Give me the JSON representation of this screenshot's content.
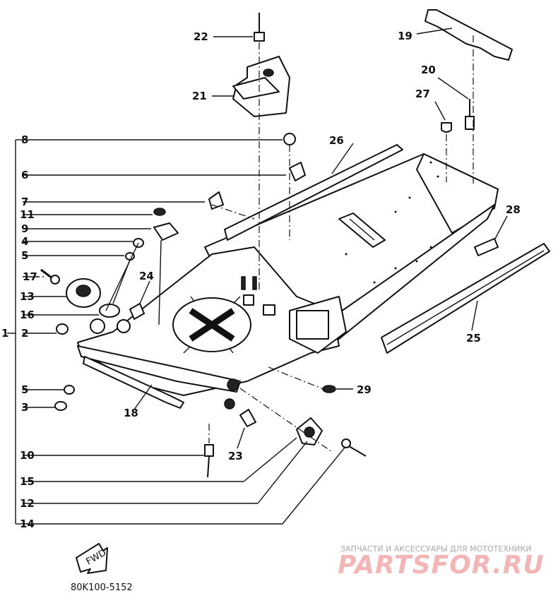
{
  "callouts": {
    "c1": "1",
    "c2": "2",
    "c3": "3",
    "c4": "4",
    "c5a": "5",
    "c5b": "5",
    "c6": "6",
    "c7": "7",
    "c8": "8",
    "c9": "9",
    "c10": "10",
    "c11": "11",
    "c12": "12",
    "c13": "13",
    "c14": "14",
    "c15": "15",
    "c16": "16",
    "c17": "17",
    "c18": "18",
    "c19": "19",
    "c20": "20",
    "c21": "21",
    "c22": "22",
    "c23": "23",
    "c24": "24",
    "c25": "25",
    "c26": "26",
    "c27": "27",
    "c28": "28",
    "c29": "29"
  },
  "fwd_label": "FWD",
  "diagram_code": "80K100-5152",
  "watermark": {
    "tagline": "ЗАПЧАСТИ И АКСЕССУАРЫ ДЛЯ МОТОТЕХНИКИ",
    "brand": "PARTSFOR.RU"
  }
}
